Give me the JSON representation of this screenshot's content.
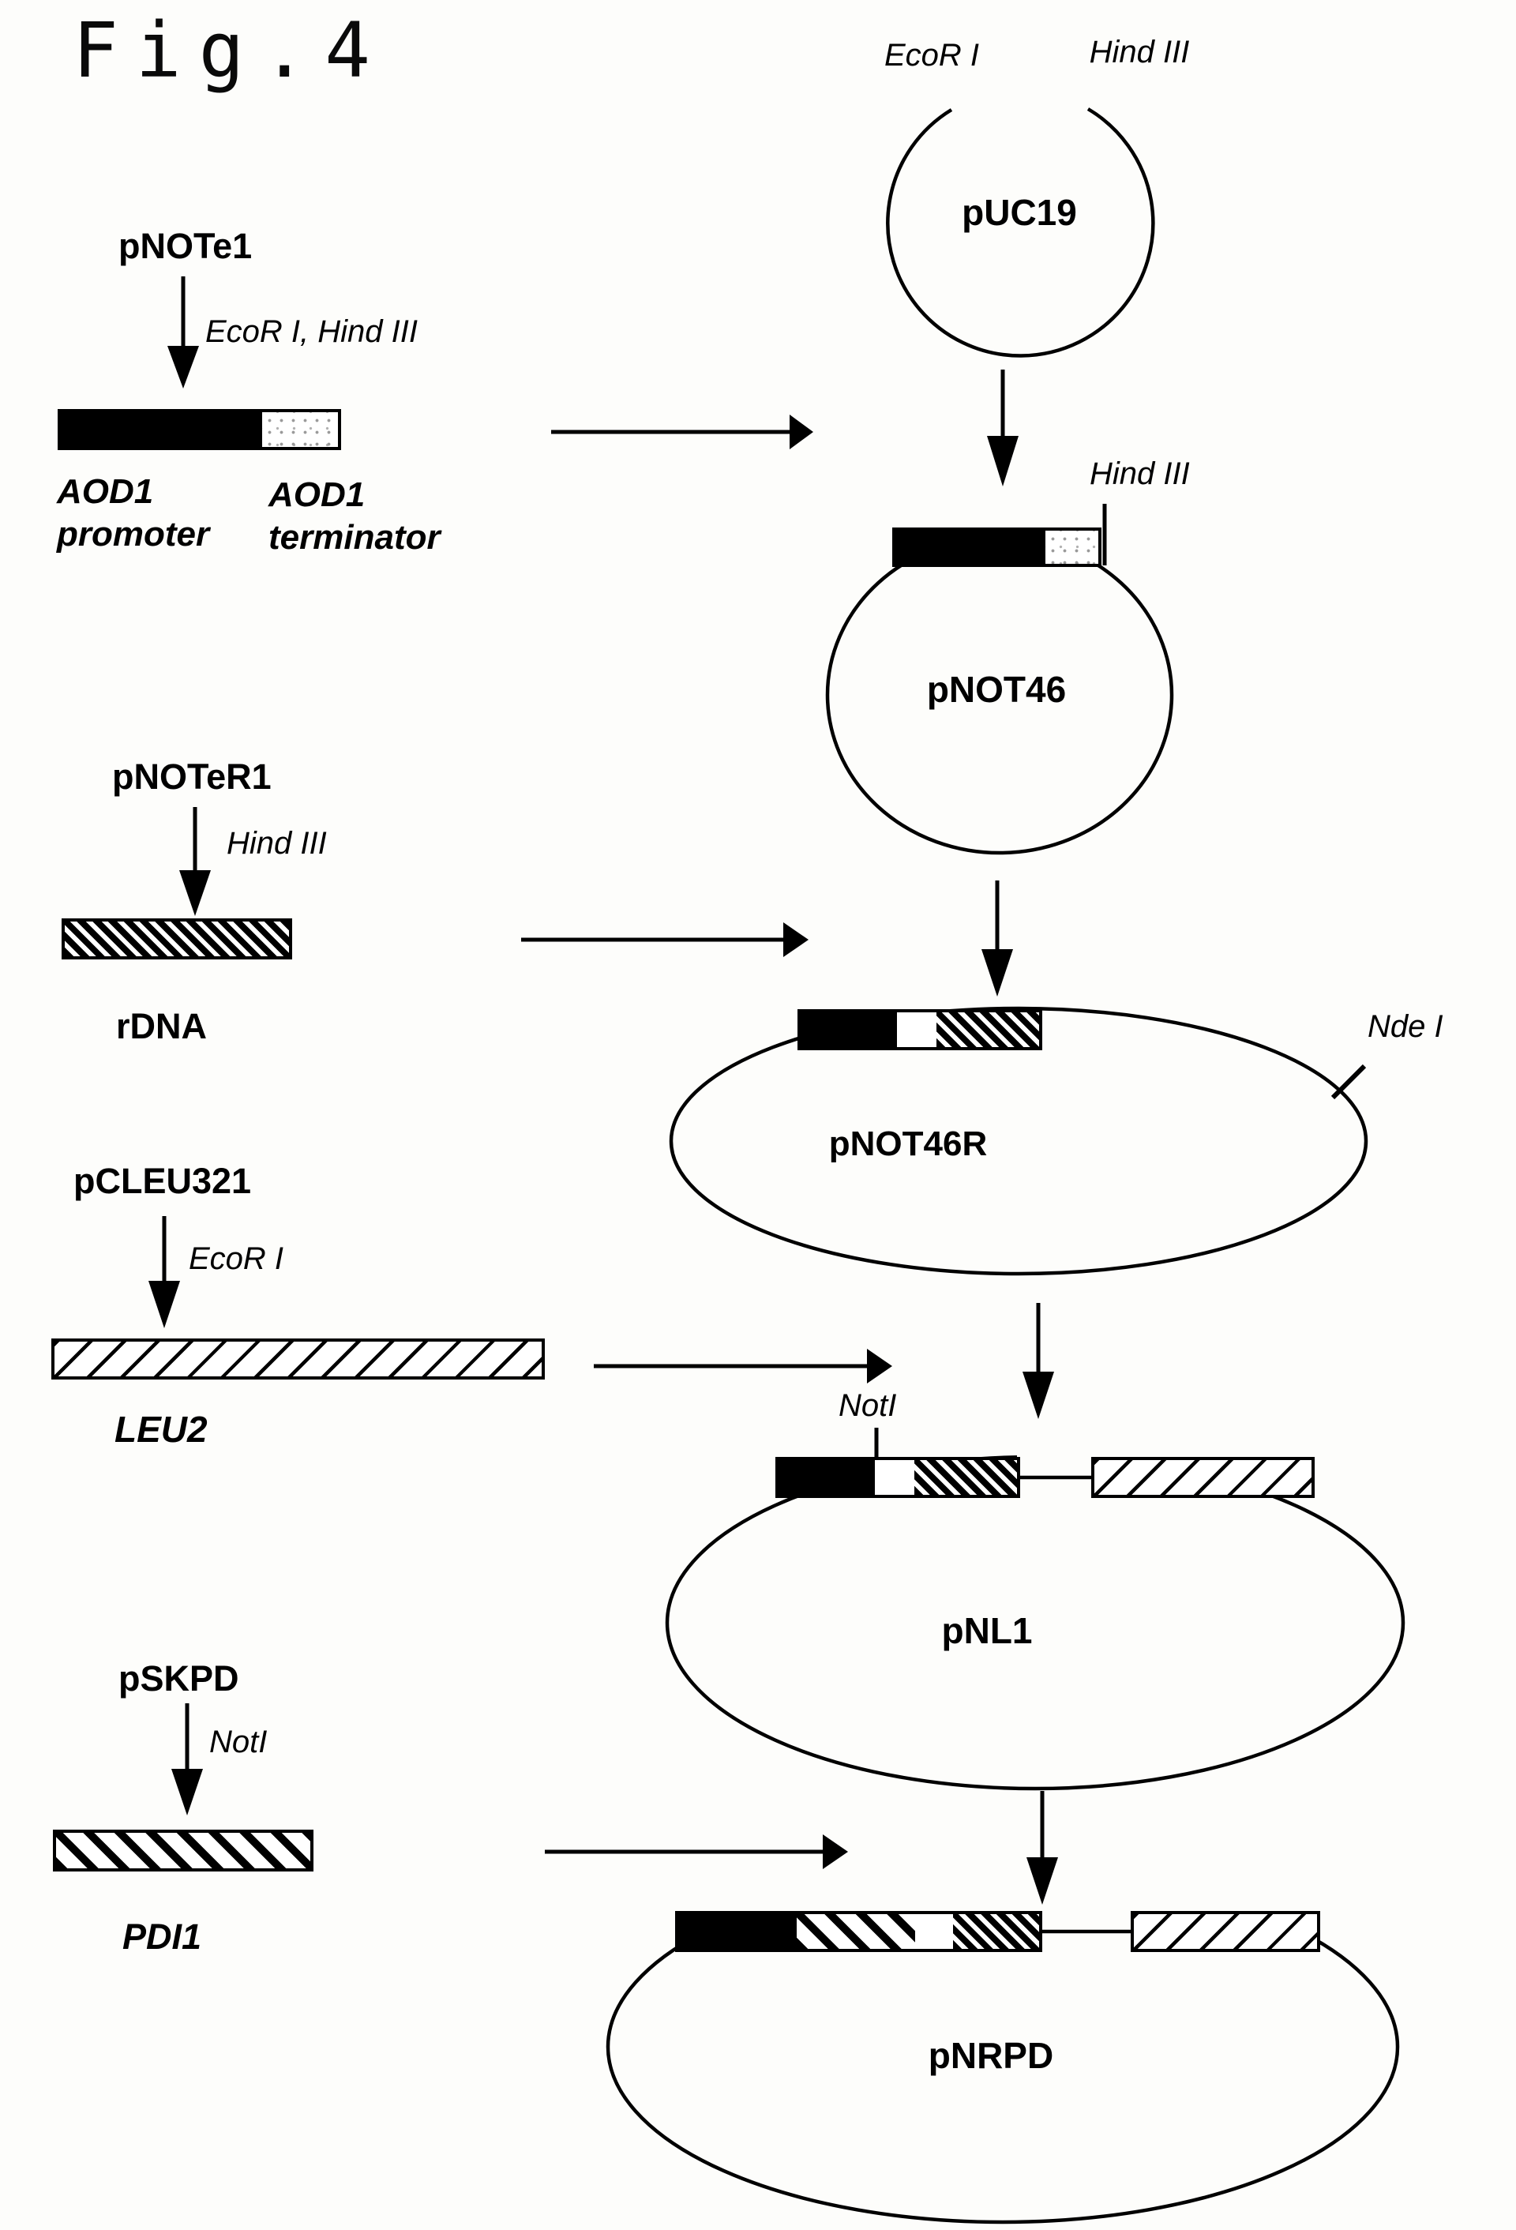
{
  "figure": {
    "title": "Fig.4"
  },
  "colors": {
    "ink": "#000000",
    "paper": "#fdfdfb"
  },
  "plasmids": {
    "puc19": {
      "name": "pUC19",
      "site_left": "EcoR I",
      "site_right": "Hind III"
    },
    "pnot46": {
      "name": "pNOT46",
      "site": "Hind III"
    },
    "pnot46r": {
      "name": "pNOT46R",
      "site": "Nde I"
    },
    "pnl1": {
      "name": "pNL1",
      "site": "NotI"
    },
    "pnrpd": {
      "name": "pNRPD"
    }
  },
  "donors": {
    "pnote1": {
      "name": "pNOTe1",
      "enzymes": "EcoR I, Hind III",
      "gene": "AOD1",
      "left_part": "promoter",
      "right_part": "terminator"
    },
    "pnoter1": {
      "name": "pNOTeR1",
      "enzymes": "Hind III",
      "fragment": "rDNA"
    },
    "pcleu321": {
      "name": "pCLEU321",
      "enzymes": "EcoR I",
      "fragment": "LEU2"
    },
    "pskpd": {
      "name": "pSKPD",
      "enzymes": "NotI",
      "fragment": "PDI1"
    }
  }
}
